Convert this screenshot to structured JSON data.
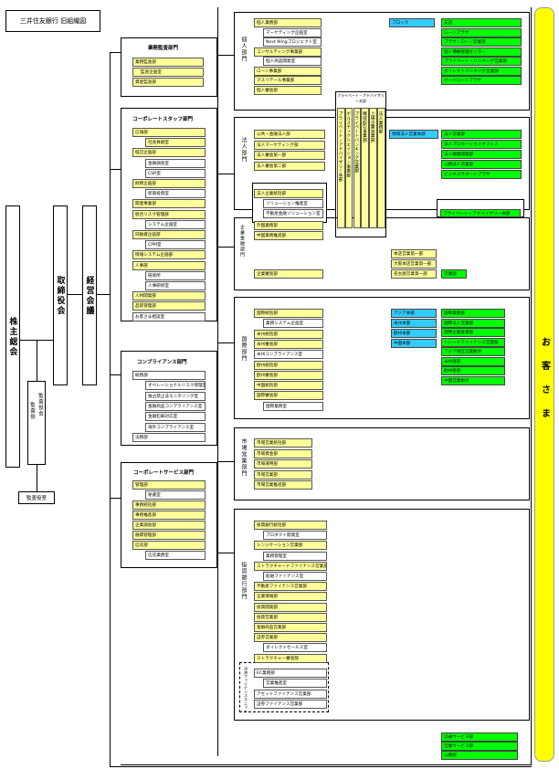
{
  "title": "三井住友銀行 旧組織図",
  "shareholders": "株主総会",
  "board": "取締役会",
  "exec": "経営会議",
  "auditors": "監査役",
  "auditors_board": "監査役会",
  "audit_office": "監査役室",
  "customers": "お客さま",
  "audit_group": {
    "title": "業務監査部門",
    "items": [
      "業務監査部",
      "監査企画室",
      "資産監査部"
    ]
  },
  "corporate_staff": {
    "title": "コーポレートスタッフ部門",
    "items": [
      {
        "t": "広報部",
        "c": "y",
        "lvl": 0
      },
      {
        "t": "社会貢献室",
        "c": "y",
        "lvl": 1
      },
      {
        "t": "経営企画部",
        "c": "y",
        "lvl": 0
      },
      {
        "t": "金融調査室",
        "c": "w",
        "lvl": 1
      },
      {
        "t": "CSR室",
        "c": "w",
        "lvl": 1
      },
      {
        "t": "財務企画部",
        "c": "y",
        "lvl": 0
      },
      {
        "t": "新興投資室",
        "c": "w",
        "lvl": 1
      },
      {
        "t": "関連事業部",
        "c": "y",
        "lvl": 0
      },
      {
        "t": "統合リスク管理部",
        "c": "y",
        "lvl": 0
      },
      {
        "t": "システム企画室",
        "c": "w",
        "lvl": 1
      },
      {
        "t": "同融資企画部",
        "c": "y",
        "lvl": 0
      },
      {
        "t": "CPM室",
        "c": "w",
        "lvl": 1
      },
      {
        "t": "情報システム企画部",
        "c": "y",
        "lvl": 0
      },
      {
        "t": "人事部",
        "c": "y",
        "lvl": 0
      },
      {
        "t": "研修所",
        "c": "w",
        "lvl": 1
      },
      {
        "t": "人事研修室",
        "c": "w",
        "lvl": 1
      },
      {
        "t": "人材開発部",
        "c": "y",
        "lvl": 0
      },
      {
        "t": "品質管理部",
        "c": "y",
        "lvl": 0
      },
      {
        "t": "お客さま相談室",
        "c": "w",
        "lvl": 0
      }
    ]
  },
  "compliance": {
    "title": "コンプライアンス部門",
    "items": [
      {
        "t": "総務部",
        "c": "w",
        "lvl": 0
      },
      {
        "t": "オペレーショナルリスク管理室",
        "c": "w",
        "lvl": 1
      },
      {
        "t": "独占禁止法モニタリング室",
        "c": "w",
        "lvl": 1
      },
      {
        "t": "金融商品コンプライアンス室",
        "c": "w",
        "lvl": 1
      },
      {
        "t": "金融犯罪対応室",
        "c": "w",
        "lvl": 1
      },
      {
        "t": "海外コンプライアンス室",
        "c": "w",
        "lvl": 1
      },
      {
        "t": "法務部",
        "c": "w",
        "lvl": 0
      }
    ]
  },
  "corporate_service": {
    "title": "コーポレートサービス部門",
    "items": [
      {
        "t": "管理部",
        "c": "y",
        "lvl": 0
      },
      {
        "t": "秘書室",
        "c": "w",
        "lvl": 1
      },
      {
        "t": "事務統括部",
        "c": "y",
        "lvl": 0
      },
      {
        "t": "事務推進部",
        "c": "y",
        "lvl": 0
      },
      {
        "t": "企業調査部",
        "c": "y",
        "lvl": 0
      },
      {
        "t": "融資管理部",
        "c": "y",
        "lvl": 0
      },
      {
        "t": "信託部",
        "c": "y",
        "lvl": 0
      },
      {
        "t": "信託業務室",
        "c": "w",
        "lvl": 1
      }
    ]
  },
  "retail": {
    "label": "個人部門",
    "items": [
      {
        "t": "個人業務部",
        "c": "y",
        "lvl": 0
      },
      {
        "t": "マーケティング企画室",
        "c": "w",
        "lvl": 1
      },
      {
        "t": "Next Wingプロジェクト室",
        "c": "w",
        "lvl": 1
      },
      {
        "t": "コンサルティング事業部",
        "c": "y",
        "lvl": 0
      },
      {
        "t": "個人商品開発室",
        "c": "w",
        "lvl": 1
      },
      {
        "t": "ローン事業部",
        "c": "y",
        "lvl": 0
      },
      {
        "t": "マスリテール事業部",
        "c": "y",
        "lvl": 0
      },
      {
        "t": "個人審査部",
        "c": "y",
        "lvl": 0
      }
    ],
    "block": "ブロック",
    "branches": [
      "支店",
      "ローンプラザ",
      "プラザ・ローン営業部",
      "個人債権管理センター",
      "プライベート・バンキング営業部",
      "ダイレクトバンキング営業部",
      "カードローンプラザ"
    ]
  },
  "corporate": {
    "label": "法人部門",
    "items": [
      {
        "t": "公共・金融法人部",
        "c": "y"
      },
      {
        "t": "法人マーケティング部",
        "c": "y"
      },
      {
        "t": "法人審査第一部",
        "c": "y"
      },
      {
        "t": "法人審査第二部",
        "c": "y"
      }
    ],
    "regional": "地域法人営業本部",
    "branches": [
      "法人営業部",
      "法人プロモーションオフィス",
      "法人融資開発部",
      "公務法人営業部",
      "ビジネスサポートプラザ"
    ]
  },
  "private_advisory": {
    "title": "プライベート・アドバイザリー本部",
    "cols": [
      "プライベート・アドバイザリー本部",
      "ボルスティクリエイション事業部",
      "プライベートバンキング営業部",
      "職域取引事業部",
      "上場企業営業部",
      "法人業務部"
    ]
  },
  "private_wide": "プライベート・アドバイザリー本部",
  "enterprise": {
    "label": "企業金融部門",
    "top": [
      "法人企業統括部",
      "ソリューション推進室",
      "不動産金融ソリューション室"
    ],
    "items": [
      "外国業務部",
      "中国業務推進部"
    ],
    "lower": [
      "企業審査部"
    ],
    "hq": [
      "本店営業第一部",
      "大阪本店営業第一部",
      "名古屋営業第一部"
    ],
    "green": "営業部"
  },
  "international": {
    "label": "国際部門",
    "items": [
      {
        "t": "国際統括部",
        "c": "y",
        "lvl": 0
      },
      {
        "t": "業務システム企画室",
        "c": "w",
        "lvl": 1
      },
      {
        "t": "米州統括部",
        "c": "y",
        "lvl": 0
      },
      {
        "t": "米州審査部",
        "c": "y",
        "lvl": 0
      },
      {
        "t": "米州コンプライアンス室",
        "c": "w",
        "lvl": 0
      },
      {
        "t": "欧州統括部",
        "c": "y",
        "lvl": 0
      },
      {
        "t": "欧州審査部",
        "c": "y",
        "lvl": 0
      },
      {
        "t": "中国統括部",
        "c": "y",
        "lvl": 0
      },
      {
        "t": "国際審査部",
        "c": "y",
        "lvl": 0
      },
      {
        "t": "国際業務室",
        "c": "w",
        "lvl": 1
      }
    ],
    "regions": [
      "アジア本部",
      "米州本部",
      "欧州本部",
      "中国本部"
    ],
    "branches": [
      "国際業務部",
      "国際法人営業部",
      "国際企業投資部",
      "トレードファイナンス営業部",
      "アジア地区営業拠点",
      "米州各部",
      "欧州各部",
      "中国営業拠点"
    ]
  },
  "markets": {
    "label": "市場営業部門",
    "items": [
      "市場営業統括部",
      "市場資金部",
      "市場運用部",
      "市場営業部",
      "市場営業推進部"
    ]
  },
  "investment": {
    "label": "投資銀行部門",
    "items": [
      {
        "t": "投資銀行統括部",
        "c": "y",
        "lvl": 0
      },
      {
        "t": "プロダクト開発室",
        "c": "w",
        "lvl": 1
      },
      {
        "t": "シンジケーション営業部",
        "c": "y",
        "lvl": 0
      },
      {
        "t": "業務管理室",
        "c": "w",
        "lvl": 1
      },
      {
        "t": "ストラクチャードファイナンス営業部",
        "c": "y",
        "lvl": 0
      },
      {
        "t": "船舶ファイナンス室",
        "c": "w",
        "lvl": 1
      },
      {
        "t": "不動産ファイナンス営業部",
        "c": "y",
        "lvl": 0
      },
      {
        "t": "企業情報部",
        "c": "y",
        "lvl": 0
      },
      {
        "t": "投資開発部",
        "c": "y",
        "lvl": 0
      },
      {
        "t": "投資営業部",
        "c": "y",
        "lvl": 0
      },
      {
        "t": "金融商品営業部",
        "c": "y",
        "lvl": 0
      },
      {
        "t": "証券営業部",
        "c": "y",
        "lvl": 0
      },
      {
        "t": "ダイレクトセールス室",
        "c": "w",
        "lvl": 1
      },
      {
        "t": "ストラクチャー審査部",
        "c": "y",
        "lvl": 0
      }
    ],
    "unit_label": "決済ファイナンスユニット",
    "unit": [
      {
        "t": "EC業務部",
        "c": "w",
        "lvl": 0
      },
      {
        "t": "営業推進室",
        "c": "w",
        "lvl": 1
      },
      {
        "t": "アセットファイナンス営業部",
        "c": "w",
        "lvl": 0
      },
      {
        "t": "証券ファイナンス営業部",
        "c": "w",
        "lvl": 0
      }
    ]
  },
  "bottom_green": [
    "流通サービス部",
    "営業サービス部",
    "公務部"
  ]
}
